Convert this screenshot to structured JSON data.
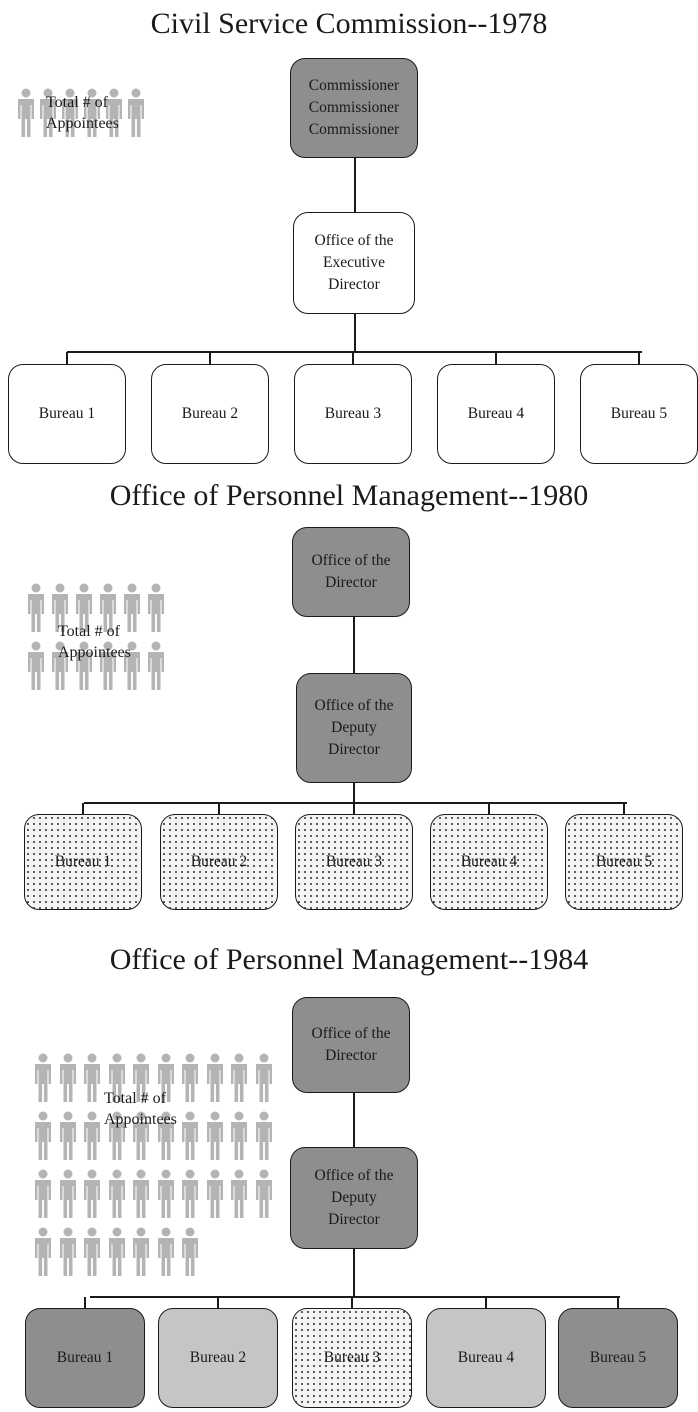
{
  "sections": [
    {
      "title": "Civil Service Commission--1978",
      "appointees_label": [
        "Total # of",
        "Appointees"
      ],
      "appointee_icons": 6,
      "top_box": [
        "Commissioner",
        "Commissioner",
        "Commissioner"
      ],
      "top_box_style": "dark",
      "middle_box": [
        "Office of the",
        "Executive",
        "Director"
      ],
      "middle_box_style": "white",
      "bureaus": [
        {
          "label": "Bureau 1",
          "style": "white"
        },
        {
          "label": "Bureau 2",
          "style": "white"
        },
        {
          "label": "Bureau 3",
          "style": "white"
        },
        {
          "label": "Bureau 4",
          "style": "white"
        },
        {
          "label": "Bureau 5",
          "style": "white"
        }
      ]
    },
    {
      "title": "Office of Personnel Management--1980",
      "appointees_label": [
        "Total # of",
        "Appointees"
      ],
      "appointee_icons": 12,
      "top_box": [
        "Office of the",
        "Director"
      ],
      "top_box_style": "dark",
      "middle_box": [
        "Office of the",
        "Deputy",
        "Director"
      ],
      "middle_box_style": "dark",
      "bureaus": [
        {
          "label": "Bureau 1",
          "style": "dotted"
        },
        {
          "label": "Bureau 2",
          "style": "dotted"
        },
        {
          "label": "Bureau 3",
          "style": "dotted"
        },
        {
          "label": "Bureau 4",
          "style": "dotted"
        },
        {
          "label": "Bureau 5",
          "style": "dotted"
        }
      ]
    },
    {
      "title": "Office of Personnel Management--1984",
      "appointees_label": [
        "Total # of",
        "Appointees"
      ],
      "appointee_icons": 37,
      "top_box": [
        "Office of the",
        "Director"
      ],
      "top_box_style": "dark",
      "middle_box": [
        "Office of the",
        "Deputy",
        "Director"
      ],
      "middle_box_style": "dark",
      "bureaus": [
        {
          "label": "Bureau 1",
          "style": "dark"
        },
        {
          "label": "Bureau 2",
          "style": "light"
        },
        {
          "label": "Bureau 3",
          "style": "dotted"
        },
        {
          "label": "Bureau 4",
          "style": "light"
        },
        {
          "label": "Bureau 5",
          "style": "dark"
        }
      ]
    }
  ],
  "colors": {
    "dark_fill": "#8e8e8e",
    "light_fill": "#c5c5c5",
    "person_icon": "#b4b4b4",
    "line": "#1a1a1a"
  },
  "icons": {
    "appointee": "person-icon"
  }
}
